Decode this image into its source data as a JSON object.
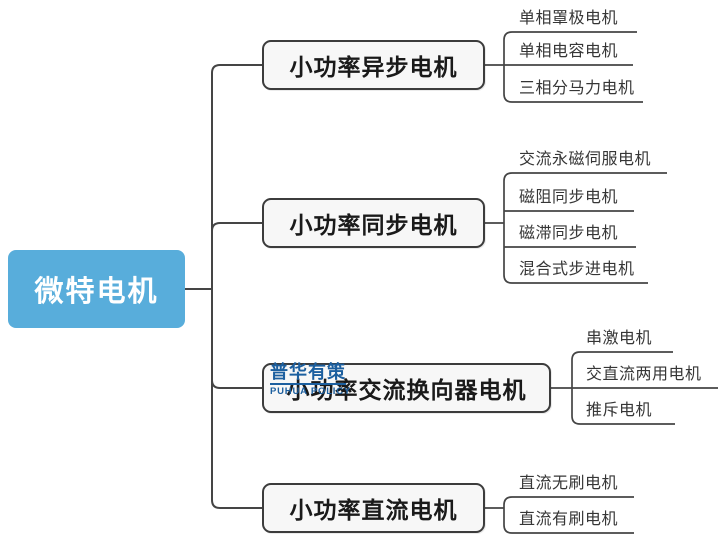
{
  "watermark": {
    "cn": "普华有策",
    "en": "PUHUA POLICY"
  },
  "colors": {
    "root_fill": "#58ADDB",
    "root_text": "#ffffff",
    "box_fill": "#f7f7f7",
    "box_border": "#3c3c3c",
    "line": "#454545",
    "leaf_text": "#363636",
    "watermark": "#1c5f9f"
  },
  "tree": {
    "root": {
      "label": "微特电机"
    },
    "branches": [
      {
        "label": "小功率异步电机",
        "children": [
          {
            "label": "单相罩极电机"
          },
          {
            "label": "单相电容电机"
          },
          {
            "label": "三相分马力电机"
          }
        ]
      },
      {
        "label": "小功率同步电机",
        "children": [
          {
            "label": "交流永磁伺服电机"
          },
          {
            "label": "磁阻同步电机"
          },
          {
            "label": "磁滞同步电机"
          },
          {
            "label": "混合式步进电机"
          }
        ]
      },
      {
        "label": "小功率交流换向器电机",
        "children": [
          {
            "label": "串激电机"
          },
          {
            "label": "交直流两用电机"
          },
          {
            "label": "推斥电机"
          }
        ]
      },
      {
        "label": "小功率直流电机",
        "children": [
          {
            "label": "直流无刷电机"
          },
          {
            "label": "直流有刷电机"
          }
        ]
      }
    ]
  }
}
